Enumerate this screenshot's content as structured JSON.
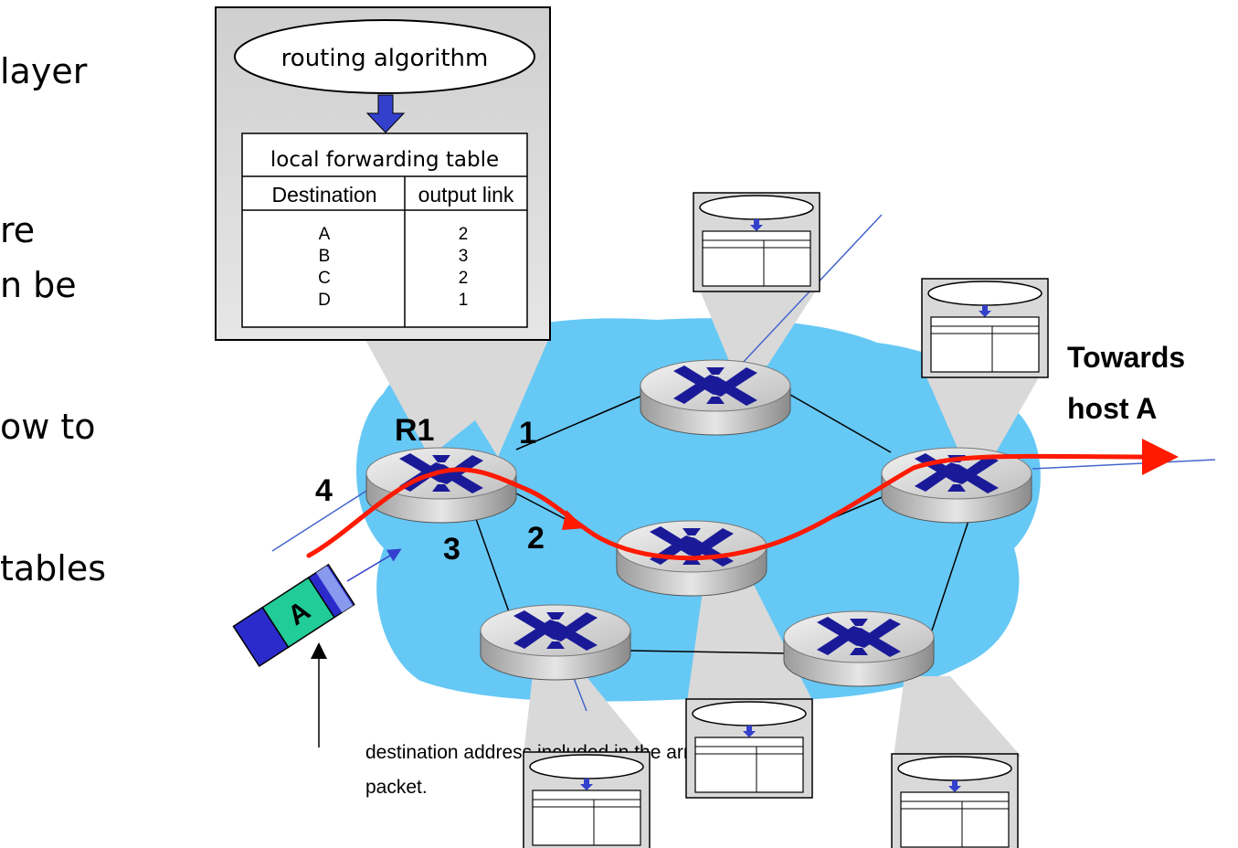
{
  "slide_fragments": [
    "layer",
    "re",
    "n be",
    "ow to",
    "tables"
  ],
  "table_panel": {
    "algorithm_label": "routing algorithm",
    "table_title": "local forwarding table",
    "col_destination": "Destination",
    "col_output": "output link",
    "rows": [
      {
        "dest": "A",
        "link": "2"
      },
      {
        "dest": "B",
        "link": "3"
      },
      {
        "dest": "C",
        "link": "2"
      },
      {
        "dest": "D",
        "link": "1"
      }
    ]
  },
  "router_label": "R1",
  "link_labels": [
    "1",
    "2",
    "3",
    "4"
  ],
  "towards_label": [
    "Towards",
    "host A"
  ],
  "packet_label": "A",
  "caption": [
    "destination address included in the arriving",
    "packet."
  ],
  "colors": {
    "cloud": "#66c8f5",
    "path": "#ff1a00",
    "arrow": "#3340cc",
    "router_x": "#1a1a99",
    "packet_body": "#22cc99",
    "packet_end": "#2b2bcc",
    "panel": "#d9d9d9"
  }
}
